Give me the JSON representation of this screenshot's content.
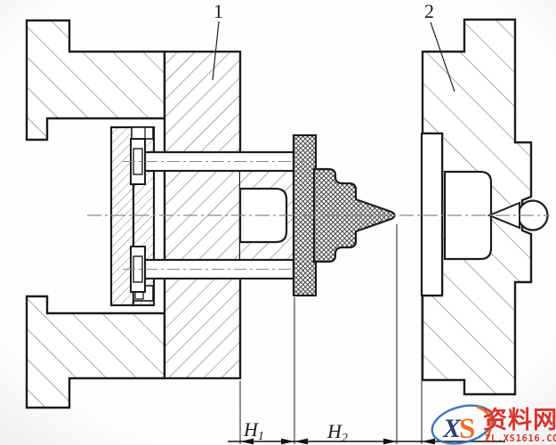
{
  "part_labels": {
    "label1": "1",
    "label2": "2"
  },
  "dims": {
    "h1": {
      "main": "H",
      "sub": "1"
    },
    "h2": {
      "main": "H",
      "sub": "2"
    }
  },
  "watermark": {
    "logo_x": "X",
    "logo_s": "S",
    "site_name": "资料网",
    "site_url": "ZL.XS1616.COM"
  },
  "colors": {
    "line": "#1c1c1c",
    "hatch": "#6a6a6a",
    "centerline": "#8a8a8a",
    "watermark_red": "#d3281e",
    "watermark_blue": "#2e6db4",
    "watermark_orange": "#e8641e",
    "watermark_navy": "#1c2f66"
  }
}
